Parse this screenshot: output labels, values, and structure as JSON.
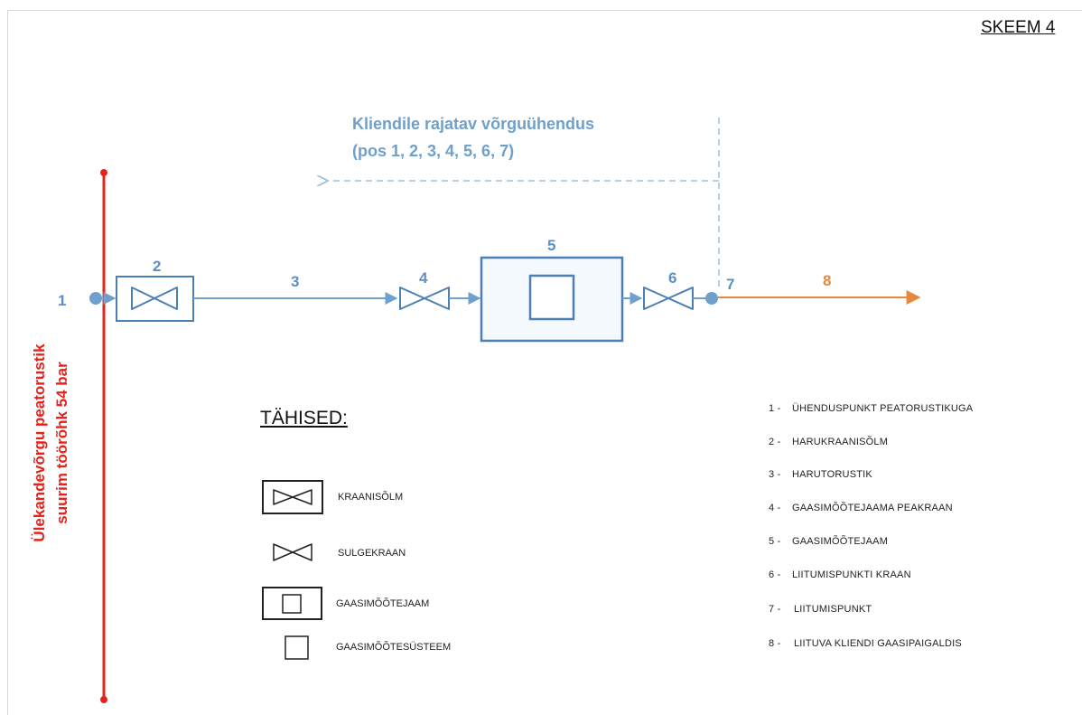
{
  "title": "SKEEM 4",
  "annotation": {
    "line1": "Kliendile rajatav võrguühendus",
    "line2": "(pos 1, 2, 3, 4, 5, 6, 7)"
  },
  "main_pipeline": {
    "line1": "Ülekandevõrgu peatorustik",
    "line2": "suurim töörõhk 54 bar",
    "color": "#e3231c"
  },
  "flow_labels": [
    "1",
    "2",
    "3",
    "4",
    "5",
    "6",
    "7",
    "8"
  ],
  "colors": {
    "pipe_blue": "#6fa0cc",
    "label_blue": "#5b8fc6",
    "customer_orange": "#e8883c",
    "main_red": "#e3231c",
    "dashed_blue": "#9ac0dd"
  },
  "legend": {
    "title": "TÄHISED:",
    "items": [
      {
        "icon": "valve-assembly-icon",
        "label": "KRAANISÕLM"
      },
      {
        "icon": "shutoff-valve-icon",
        "label": "SULGEKRAAN"
      },
      {
        "icon": "metering-station-icon",
        "label": "GAASIMÕÕTEJAAM"
      },
      {
        "icon": "metering-system-icon",
        "label": "GAASIMÕÕTESÜSTEEM"
      }
    ]
  },
  "numbered_list": [
    {
      "num": "1 -",
      "label": "ÜHENDUSPUNKT PEATORUSTIKUGA"
    },
    {
      "num": "2 -",
      "label": "HARUKRAANISÕLM"
    },
    {
      "num": "3 -",
      "label": "HARUTORUSTIK"
    },
    {
      "num": "4 -",
      "label": "GAASIMÕÕTEJAAMA PEAKRAAN"
    },
    {
      "num": "5 -",
      "label": "GAASIMÕÕTEJAAM"
    },
    {
      "num": "6 -",
      "label": "LIITUMISPUNKTI KRAAN"
    },
    {
      "num": "7 -",
      "label": "LIITUMISPUNKT"
    },
    {
      "num": "8 -",
      "label": "LIITUVA KLIENDI GAASIPAIGALDIS"
    }
  ]
}
